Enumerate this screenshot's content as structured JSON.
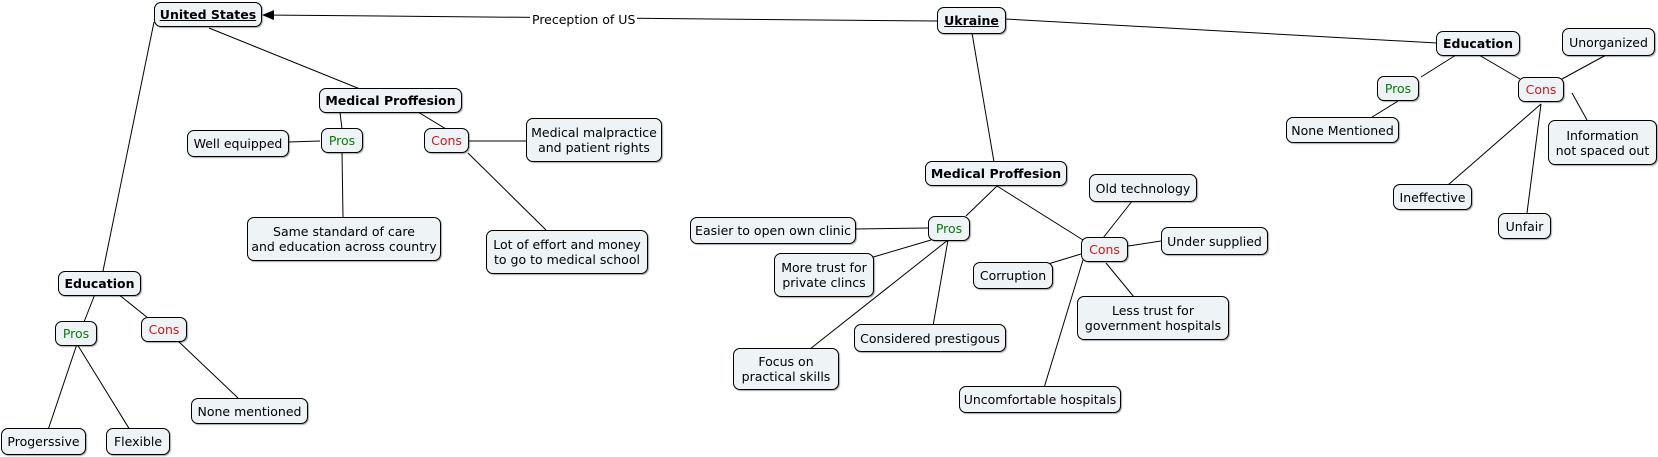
{
  "edge_label": "Preception of US",
  "us": {
    "root": "United States",
    "medical": {
      "title": "Medical Proffesion",
      "pros": "Pros",
      "pros_items": [
        "Well equipped",
        "Same standard of care\nand education across country"
      ],
      "cons": "Cons",
      "cons_items": [
        "Medical malpractice\nand patient rights",
        "Lot of effort and money\nto go to medical school"
      ]
    },
    "education": {
      "title": "Education",
      "pros": "Pros",
      "pros_items": [
        "Progerssive",
        "Flexible"
      ],
      "cons": "Cons",
      "cons_items": [
        "None mentioned"
      ]
    }
  },
  "ukraine": {
    "root": "Ukraine",
    "medical": {
      "title": "Medical Proffesion",
      "pros": "Pros",
      "pros_items": [
        "Easier to open own clinic",
        "More trust for\nprivate clincs",
        "Focus on\npractical skills",
        "Considered prestigous"
      ],
      "cons": "Cons",
      "cons_items": [
        "Old technology",
        "Under supplied",
        "Corruption",
        "Less trust for\ngovernment hospitals",
        "Uncomfortable hospitals"
      ]
    },
    "education": {
      "title": "Education",
      "pros": "Pros",
      "pros_items": [
        "None Mentioned"
      ],
      "cons": "Cons",
      "cons_items": [
        "Unorganized",
        "Information\nnot spaced out",
        "Ineffective",
        "Unfair"
      ]
    }
  }
}
